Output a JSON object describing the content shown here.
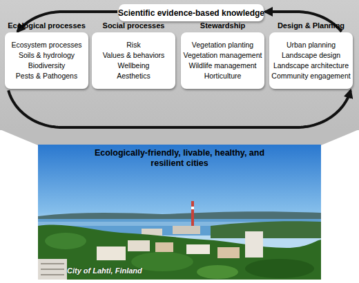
{
  "diagram": {
    "nodes": [
      {
        "text": [
          "Scientific evidence-based knowledge"
        ]
      },
      {
        "text": [
          "Ecological processes",
          "Ecosystem processes",
          "Soils & hydrology",
          "Biodiversity",
          "Pests & Pathogens"
        ]
      },
      {
        "text": [
          "Social processes",
          "Risk",
          "Values & behaviors",
          "Wellbeing",
          "Aesthetics"
        ]
      },
      {
        "text": [
          "Stewardship",
          "Vegetation planting",
          "Vegetation management",
          "Wildlife management",
          "Horticulture"
        ]
      },
      {
        "text": [
          "Design & Planning",
          "Urban planning",
          "Landscape design",
          "Landscape architecture",
          "Community engagement"
        ]
      },
      {
        "text": [
          "Ecologically-friendly, livable, healthy, and resilient cities",
          "City of Lahti, Finland"
        ]
      }
    ],
    "edges": [
      {
        "from": 0,
        "to": 1,
        "arrow": "to"
      },
      {
        "from": 1,
        "to": 4,
        "arrow": "to"
      },
      {
        "from": 4,
        "to": 0,
        "arrow": "to"
      }
    ]
  }
}
